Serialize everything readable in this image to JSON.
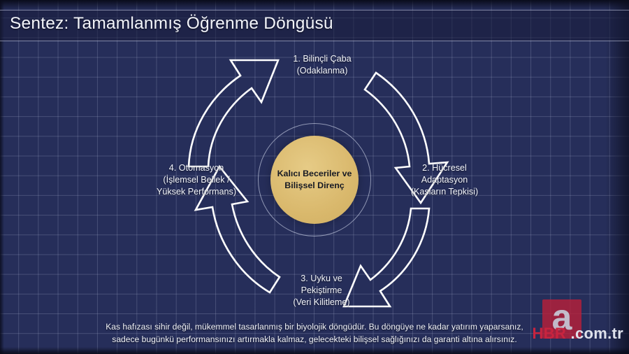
{
  "slide": {
    "title": "Sentez: Tamamlanmış Öğrenme Döngüsü",
    "background_color": "#262e5a",
    "grid_color": "#bec6e1",
    "accent_color": "#dfc077",
    "arrow_color": "#ffffff",
    "text_color": "#f2f4fa"
  },
  "center": {
    "label": "Kalıcı Beceriler ve\nBilişsel Direnç"
  },
  "nodes": [
    {
      "id": "node-1",
      "position": "top",
      "label": "1. Bilinçli Çaba\n(Odaklanma)"
    },
    {
      "id": "node-2",
      "position": "right",
      "label": "2. Hücresel\nAdaptasyon\n(Kasların Tepkisi)"
    },
    {
      "id": "node-3",
      "position": "bottom",
      "label": "3. Uyku ve\nPekiştirme\n(Veri Kilitleme)"
    },
    {
      "id": "node-4",
      "position": "left",
      "label": "4. Otomasyon\n(İşlemsel Bellek /\nYüksek Performans)"
    }
  ],
  "arrows": [
    {
      "id": "arrow-4-to-1",
      "from": "4. Otomasyon",
      "to": "1. Bilinçli Çaba",
      "direction": "clockwise"
    },
    {
      "id": "arrow-1-to-2",
      "from": "1. Bilinçli Çaba",
      "to": "2. Hücresel Adaptasyon",
      "direction": "clockwise"
    },
    {
      "id": "arrow-2-to-3",
      "from": "2. Hücresel Adaptasyon",
      "to": "3. Uyku ve Pekiştirme",
      "direction": "clockwise"
    },
    {
      "id": "arrow-3-to-4",
      "from": "3. Uyku ve Pekiştirme",
      "to": "4. Otomasyon",
      "direction": "clockwise"
    }
  ],
  "caption": {
    "text": "Kas hafızası sihir değil, mükemmel tasarlanmış bir biyolojik döngüdür. Bu döngüye ne kadar yatırım yaparsanız,\nsadece bugünkü performansınızı artırmakla kalmaz, gelecekteki bilişsel sağlığınızı da garanti altına alırsınız."
  },
  "watermark": {
    "mark": "a",
    "brand": "HBR",
    "domain": " .com.tr"
  }
}
